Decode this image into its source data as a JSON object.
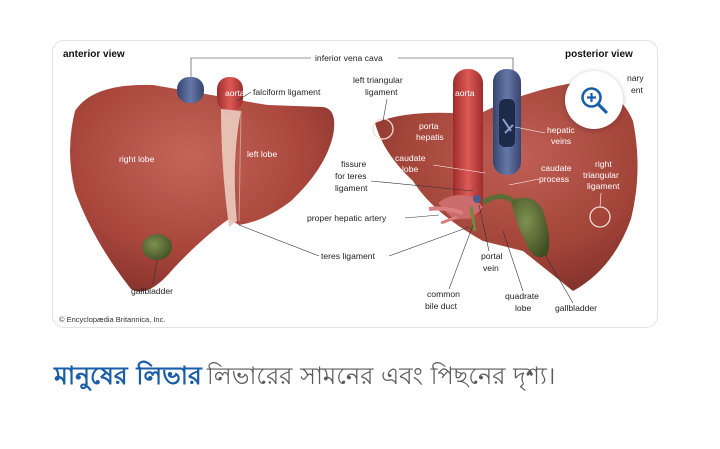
{
  "figure": {
    "view_left": "anterior view",
    "view_right": "posterior view",
    "inferior_vena_cava": "inferior vena cava",
    "aorta_left": "aorta",
    "aorta_right": "aorta",
    "falciform_ligament": "falciform ligament",
    "right_lobe": "right lobe",
    "left_lobe": "left lobe",
    "gallbladder_left": "gallbladder",
    "left_triangular_1": "left triangular",
    "left_triangular_2": "ligament",
    "porta_1": "porta",
    "porta_2": "hepatis",
    "caudate_lobe_1": "caudate",
    "caudate_lobe_2": "lobe",
    "fissure_1": "fissure",
    "fissure_2": "for teres",
    "fissure_3": "ligament",
    "proper_hepatic_artery": "proper hepatic artery",
    "teres_ligament": "teres ligament",
    "common_bile_duct_1": "common",
    "common_bile_duct_2": "bile duct",
    "portal_vein_1": "portal",
    "portal_vein_2": "vein",
    "quadrate_lobe_1": "quadrate",
    "quadrate_lobe_2": "lobe",
    "gallbladder_right": "gallbladder",
    "hepatic_veins_1": "hepatic",
    "hepatic_veins_2": "veins",
    "caudate_process_1": "caudate",
    "caudate_process_2": "process",
    "right_triangular_1": "right",
    "right_triangular_2": "triangular",
    "right_triangular_3": "ligament",
    "coronary_1": "nary",
    "coronary_2": "ent",
    "credit": "© Encyclopædia Britannica, Inc."
  },
  "zoom": {
    "icon": "zoom-in-icon"
  },
  "caption": {
    "title": "মানুষের লিভার",
    "text": "লিভারের সামনের এবং পিছনের দৃশ্য।"
  },
  "colors": {
    "liver": "#a8463c",
    "liver_dark": "#8a3430",
    "aorta": "#c8413f",
    "vena_cava": "#4a5c8c",
    "gallbladder": "#5b6e35",
    "title_blue": "#1a5ea8"
  }
}
